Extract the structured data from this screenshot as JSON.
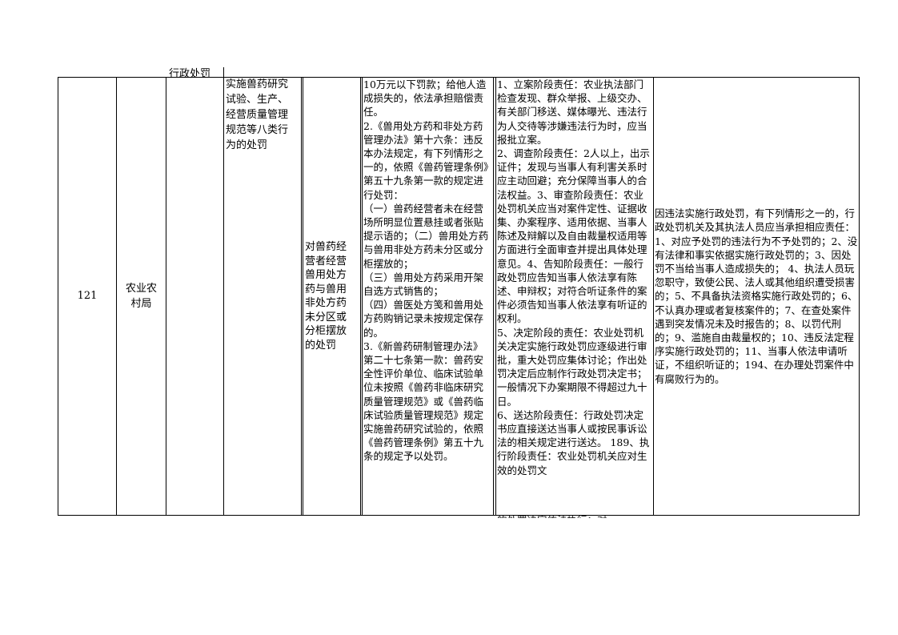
{
  "row": {
    "number": "121",
    "department": "农业农\n村局",
    "category_fragment": "行政处罚",
    "item_name": "实施兽药研究\n试验、生产、\n经营质量管理\n规范等八类行\n为的处罚",
    "sub_item": "对兽药经\n营者经营\n兽用处方\n药与兽用\n非处方药\n未分区或\n分柜摆放\n的处罚",
    "basis_text": "10万元以下罚款；给他人造成损失的，依法承担赔偿责任。\n2.《兽用处方药和非处方药管理办法》第十六条：违反本办法规定，有下列情形之一的，依照《兽药管理条例》第五十九条第一款的规定进行处罚：\n（一）兽药经营者未在经营场所明显位置悬挂或者张贴提示语的；（二）兽用处方药与兽用非处方药未分区或分柜摆放的；\n（三）兽用处方药采用开架自选方式销售的；\n（四）兽医处方笺和兽用处方药购销记录未按规定保存的。\n3.《新兽药研制管理办法》第二十七条第一款：兽药安全性评价单位、临床试验单位未按照《兽药非临床研究质量管理规范》或《兽药临床试验质量管理规范》规定实施兽药研究试验的，依照《兽药管理条例》第五十九条的规定予以处罚。",
    "responsibility_text": "1、立案阶段责任：农业执法部门检查发现、群众举报、上级交办、有关部门移送、媒体曝光、违法行为人交待等涉嫌违法行为时，应当报批立案。\n2、调查阶段责任：2人以上，出示证件；发现与当事人有利害关系时应主动回避；充分保障当事人的合法权益。3、审查阶段责任：农业处罚机关应当对案件定性、证据收集、办案程序、适用依据、当事人陈述及辩解以及自由裁量权适用等方面进行全面审查并提出具体处理意见。4、告知阶段责任：一般行政处罚应告知当事人依法享有陈述、申辩权；对符合听证条件的案件必须告知当事人依法享有听证的权利。\n5、决定阶段的责任：农业处罚机关决定实施行政处罚应逐级进行审批，重大处罚应集体讨论；作出处罚决定后应制作行政处罚决定书；一般情况下办案期限不得超过九十日。\n6、送达阶段责任：行政处罚决定书应直接送达当事人或按民事诉讼法的相关规定进行送达。 189、执行阶段责任：农业处罚机关应对生效的处罚文",
    "accountability_text": "因违法实施行政处罚，有下列情形之一的，行政处罚机关及其执法人员应当承担相应责任：1、对应予处罚的违法行为不予处罚的；2、没有法律和事实依据实施行政处罚的；3、因处罚不当给当事人造成损失的； 4、执法人员玩忽职守，致使公民、法人或其他组织遭受损害的；5、不具备执法资格实施行政处罚的；6、不认真办理或者复核案件的；7、在查处案件遇到突发情况未及时报告的；8、以罚代刑的；9、滥施自由裁量权的；10、违反法定程序实施行政处罚的；11、当事人依法申请听证，不组织听证的；194、在办理处罚案件中有腐败行为的。",
    "clipped_bottom_line": "的处罚决定依法执行：对"
  }
}
